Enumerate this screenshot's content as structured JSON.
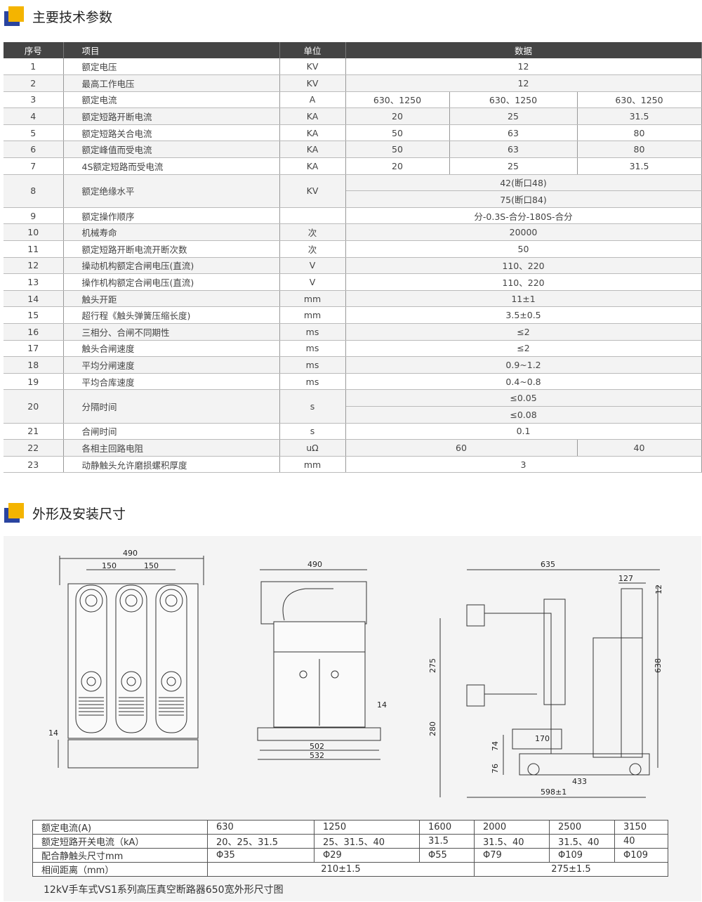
{
  "sections": {
    "spec_title": "主要技术参数",
    "dims_title": "外形及安装尺寸"
  },
  "spec_table": {
    "headers": [
      "序号",
      "项目",
      "单位",
      "数据"
    ],
    "rows": [
      {
        "no": "1",
        "item": "额定电压",
        "unit": "KV",
        "data": [
          "12"
        ]
      },
      {
        "no": "2",
        "item": "最高工作电压",
        "unit": "KV",
        "data": [
          "12"
        ]
      },
      {
        "no": "3",
        "item": "额定电流",
        "unit": "A",
        "data": [
          "630、1250",
          "630、1250",
          "630、1250"
        ]
      },
      {
        "no": "4",
        "item": "额定短路开断电流",
        "unit": "KA",
        "data": [
          "20",
          "25",
          "31.5"
        ]
      },
      {
        "no": "5",
        "item": "额定短路关合电流",
        "unit": "KA",
        "data": [
          "50",
          "63",
          "80"
        ]
      },
      {
        "no": "6",
        "item": "额定峰值而受电流",
        "unit": "KA",
        "data": [
          "50",
          "63",
          "80"
        ]
      },
      {
        "no": "7",
        "item": "4S额定短路而受电流",
        "unit": "KA",
        "data": [
          "20",
          "25",
          "31.5"
        ]
      },
      {
        "no": "8",
        "item": "额定绝缘水平",
        "unit": "KV",
        "data": [
          "42(断口48)",
          "75(断口84)"
        ]
      },
      {
        "no": "9",
        "item": "额定操作顺序",
        "unit": "",
        "data": [
          "分-0.3S-合分-180S-合分"
        ]
      },
      {
        "no": "10",
        "item": "机械寿命",
        "unit": "次",
        "data": [
          "20000"
        ]
      },
      {
        "no": "11",
        "item": "额定短路开断电流开断次数",
        "unit": "次",
        "data": [
          "50"
        ]
      },
      {
        "no": "12",
        "item": "操动机构额定合闸电压(直流)",
        "unit": "V",
        "data": [
          "110、220"
        ]
      },
      {
        "no": "13",
        "item": "操作机构额定合闸电压(直流)",
        "unit": "V",
        "data": [
          "110、220"
        ]
      },
      {
        "no": "14",
        "item": "触头开距",
        "unit": "mm",
        "data": [
          "11±1"
        ]
      },
      {
        "no": "15",
        "item": "超行程《触头弹簧压缩长度)",
        "unit": "mm",
        "data": [
          "3.5±0.5"
        ]
      },
      {
        "no": "16",
        "item": "三相分、合闸不同期性",
        "unit": "ms",
        "data": [
          "≤2"
        ]
      },
      {
        "no": "17",
        "item": "触头合闸速度",
        "unit": "ms",
        "data": [
          "≤2"
        ]
      },
      {
        "no": "18",
        "item": "平均分闸速度",
        "unit": "ms",
        "data": [
          "0.9~1.2"
        ]
      },
      {
        "no": "19",
        "item": "平均合库速度",
        "unit": "ms",
        "data": [
          "0.4~0.8"
        ]
      },
      {
        "no": "20",
        "item": "分隔时间",
        "unit": "s",
        "data": [
          "≤0.05",
          "≤0.08"
        ]
      },
      {
        "no": "21",
        "item": "合闸时间",
        "unit": "s",
        "data": [
          "0.1"
        ]
      },
      {
        "no": "22",
        "item": "各相主回路电阻",
        "unit": "uΩ",
        "data": [
          "60",
          "40"
        ]
      },
      {
        "no": "23",
        "item": "动静触头允许磨损螺积厚度",
        "unit": "mm",
        "data": [
          "3"
        ]
      }
    ]
  },
  "drawings": {
    "front": {
      "width": "490",
      "pitch_a": "150",
      "pitch_b": "150",
      "side": "14"
    },
    "middle": {
      "width": "490",
      "side": "14",
      "inner": "502",
      "outer": "532"
    },
    "side": {
      "depth": "635",
      "d127": "127",
      "d12": "12",
      "d275": "275",
      "d638": "638",
      "d280": "280",
      "d74": "74",
      "d170": "170",
      "d76": "76",
      "d433": "433",
      "d598": "598±1"
    }
  },
  "dims_table": {
    "rows": [
      {
        "label": "额定电流(A)",
        "cells": [
          "630",
          "1250",
          "1600",
          "2000",
          "2500",
          "3150"
        ]
      },
      {
        "label": "额定短路开关电流（kA）",
        "cells": [
          "20、25、31.5",
          "25、31.5、40",
          "31.5",
          "31.5、40",
          "31.5、40",
          "40"
        ]
      },
      {
        "label": "配合静触头尺寸mm",
        "cells": [
          "Φ35",
          "Φ29",
          "Φ55",
          "Φ79",
          "Φ109",
          "Φ109"
        ]
      },
      {
        "label": "相间距离（mm）",
        "cells": [
          "210±1.5",
          "275±1.5"
        ]
      }
    ]
  },
  "caption": "12kV手车式VS1系列高压真空断路器650宽外形尺寸图"
}
